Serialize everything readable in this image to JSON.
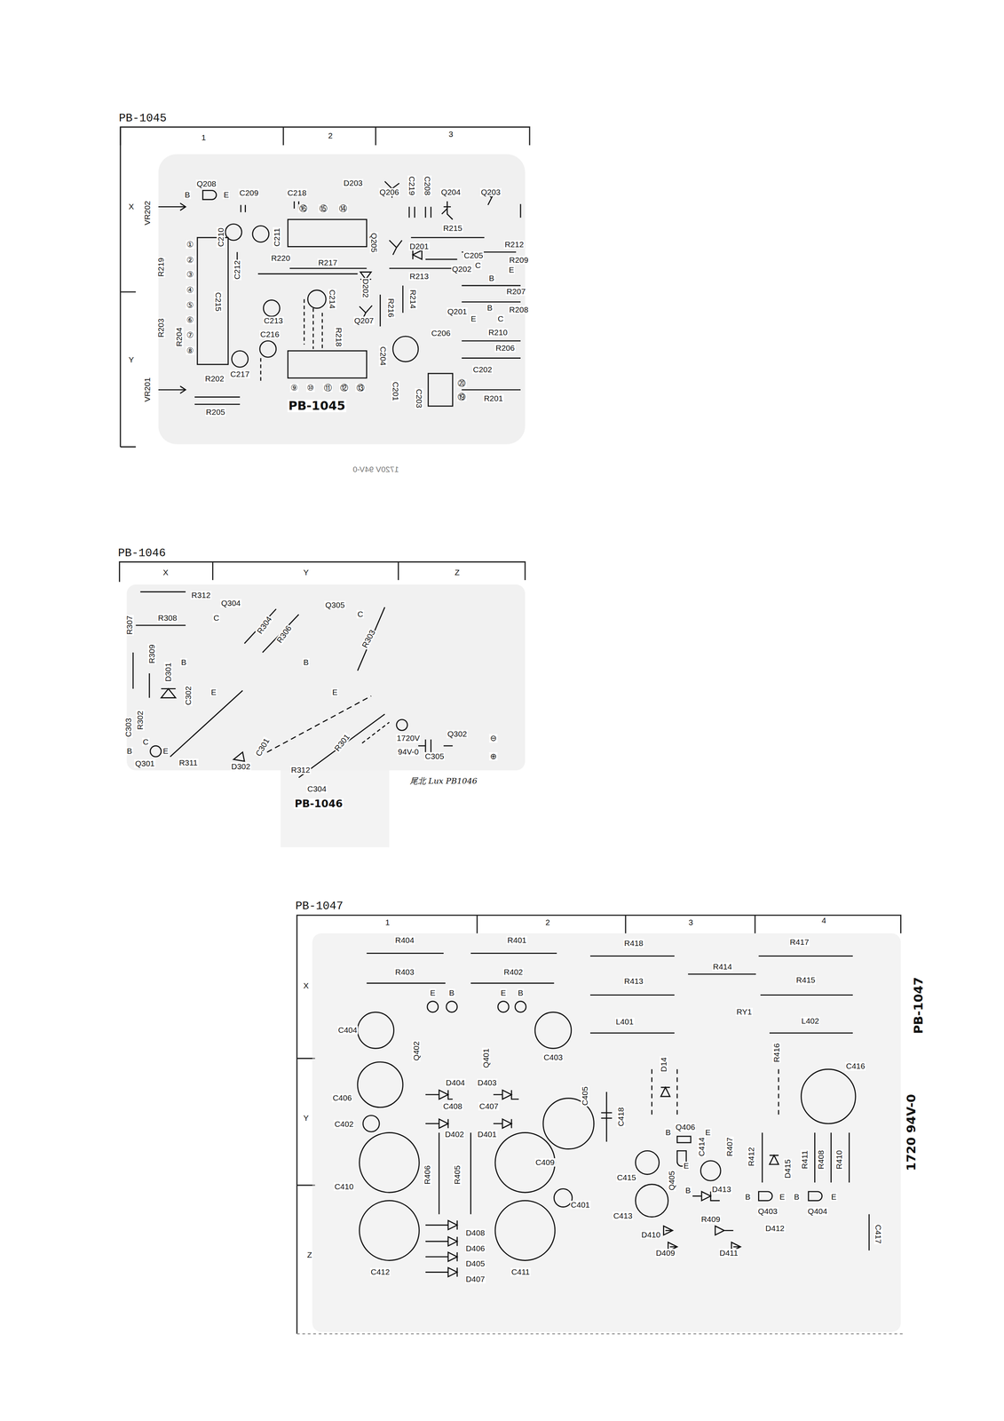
{
  "diagram": {
    "nodes": [
      {
        "text": [
          "PB-1045"
        ]
      },
      {
        "text": [
          "PB-1046"
        ]
      },
      {
        "text": [
          "PB-1047"
        ]
      }
    ],
    "labels": [
      "1",
      "2",
      "3",
      "X",
      "Y",
      "VR202",
      "VR201",
      "Q208",
      "B",
      "E",
      "C209",
      "C218",
      "D203",
      "⑯",
      "⑮",
      "⑭",
      "C210",
      "C211",
      "C212",
      "①",
      "②",
      "③",
      "④",
      "⑤",
      "⑥",
      "⑦",
      "⑧",
      "R219",
      "R203",
      "R204",
      "R220",
      "R217",
      "Q205",
      "D202",
      "C214",
      "R218",
      "C215",
      "C213",
      "C216",
      "C217",
      "R202",
      "R205",
      "⑨",
      "⑩",
      "⑪",
      "⑫",
      "⑬",
      "PB-1045",
      "Q206",
      "C219",
      "C208",
      "Q204",
      "Q203",
      "R215",
      "D201",
      "R212",
      "C205",
      "R209",
      "Q202",
      "C",
      "B",
      "E",
      "R213",
      "R207",
      "R214",
      "R216",
      "Q207",
      "Q201",
      "E",
      "B",
      "C206",
      "R208",
      "C",
      "R210",
      "R206",
      "C204",
      "C202",
      "C201",
      "C203",
      "R201",
      "⑳",
      "⑲",
      "1720V 94V-0",
      "X",
      "Y",
      "Z",
      "R312",
      "R308",
      "R307",
      "Q304",
      "C",
      "Q305",
      "C",
      "R304",
      "R306",
      "R303",
      "R309",
      "D301",
      "B",
      "C302",
      "B",
      "E",
      "E",
      "R302",
      "C303",
      "C301",
      "D302",
      "R301",
      "1720V",
      "94V-0",
      "Q302",
      "C305",
      "⊖",
      "⊕",
      "B",
      "C",
      "E",
      "Q301",
      "R311",
      "R312",
      "C304",
      "PB-1046",
      "尾北 Lux PB1046",
      "1",
      "2",
      "3",
      "4",
      "X",
      "Y",
      "Z",
      "R404",
      "R401",
      "R418",
      "R417",
      "R403",
      "R402",
      "R413",
      "R414",
      "R415",
      "E",
      "B",
      "E",
      "B",
      "RY1",
      "PB-1047",
      "C404",
      "L401",
      "L402",
      "C403",
      "Q402",
      "Q401",
      "D14",
      "R416",
      "C416",
      "C406",
      "D404",
      "D403",
      "C405",
      "C408",
      "C407",
      "C418",
      "C402",
      "D402",
      "D401",
      "B",
      "Q406",
      "E",
      "R407",
      "1720 94V-0",
      "C410",
      "R406",
      "R405",
      "C409",
      "E",
      "C414",
      "R412",
      "D415",
      "R411",
      "R408",
      "R410",
      "C415",
      "Q405",
      "B",
      "D413",
      "C401",
      "B",
      "E",
      "B",
      "E",
      "Q403",
      "Q404",
      "C413",
      "R409",
      "D410",
      "D412",
      "D408",
      "D406",
      "D405",
      "D407",
      "C412",
      "C411",
      "D409",
      "D411",
      "C417"
    ]
  }
}
